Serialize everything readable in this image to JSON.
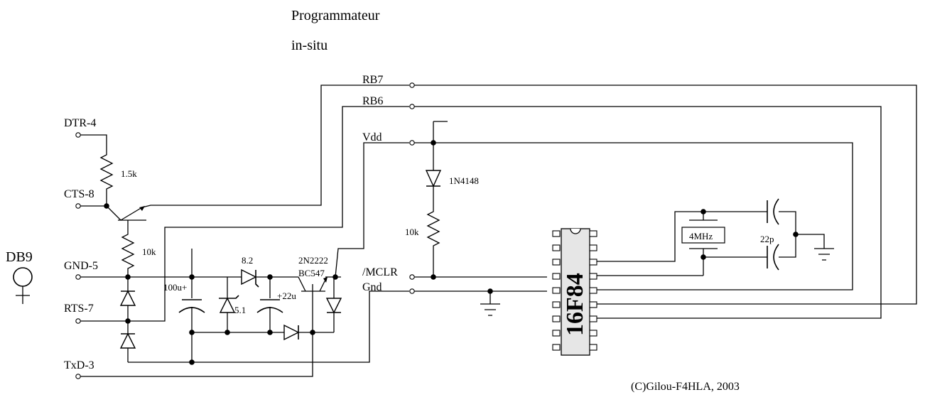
{
  "title": {
    "line1": "Programmateur",
    "line2": "in-situ"
  },
  "connector": {
    "name": "DB9"
  },
  "db9_pins": {
    "dtr": "DTR-4",
    "cts": "CTS-8",
    "gnd": "GND-5",
    "rts": "RTS-7",
    "txd": "TxD-3"
  },
  "headers": {
    "rb7": "RB7",
    "rb6": "RB6",
    "vdd": "Vdd",
    "mclr": "/MCLR",
    "gnd": "Gnd"
  },
  "components": {
    "r_cts": "1.5k",
    "r_base": "10k",
    "cap_100u": "100u+",
    "zener_82": "8.2",
    "zener_51": "5.1",
    "cap_22u": "+22u",
    "transistor_a": "2N2222",
    "transistor_b": "BC547",
    "diode_1n4148": "1N4148",
    "r_mclr": "10k",
    "crystal": "4MHz",
    "cap_22p": "22p"
  },
  "chip": {
    "label": "16F84"
  },
  "copyright": "(C)Gilou-F4HLA, 2003"
}
